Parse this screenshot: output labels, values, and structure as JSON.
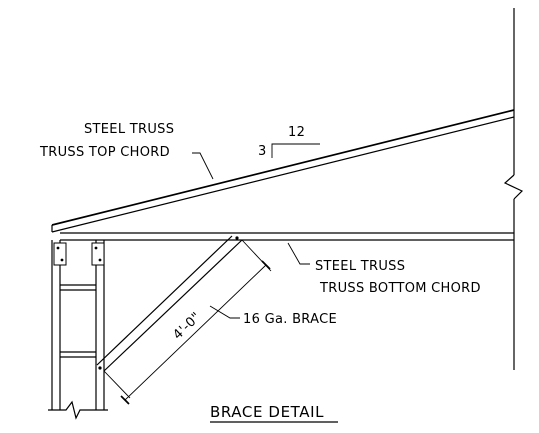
{
  "diagram": {
    "title": "BRACE DETAIL",
    "labels": {
      "top_chord_line1": "STEEL TRUSS",
      "top_chord_line2": "TRUSS TOP CHORD",
      "pitch_rise": "3",
      "pitch_run": "12",
      "bottom_chord_line1": "STEEL TRUSS",
      "bottom_chord_line2": "TRUSS BOTTOM CHORD",
      "brace": "16 Ga. BRACE",
      "brace_length": "4'-0\""
    }
  }
}
